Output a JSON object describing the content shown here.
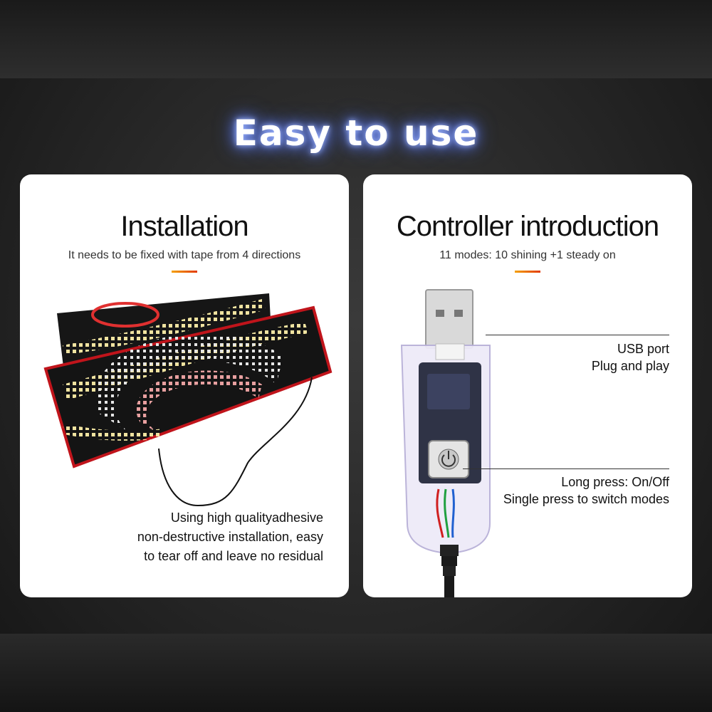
{
  "headline": "Easy to use",
  "left_card": {
    "title": "Installation",
    "subtitle": "It needs to be fixed with tape from 4 directions",
    "caption_lines": [
      "Using high qualityadhesive",
      "non-destructive installation, easy",
      "to tear off and leave no residual"
    ]
  },
  "right_card": {
    "title": "Controller introduction",
    "subtitle": "11 modes: 10 shining +1 steady on",
    "usb_callout": [
      "USB port",
      "Plug and play"
    ],
    "button_callout": [
      "Long press: On/Off",
      "Single press to switch modes"
    ]
  },
  "colors": {
    "accent_start": "#f4a000",
    "accent_end": "#e23a00",
    "headline_glow": "#6f8dff",
    "panel_border": "#c0141b",
    "led_warm": "#f0e3a0",
    "led_pink": "#e8a0a0"
  }
}
